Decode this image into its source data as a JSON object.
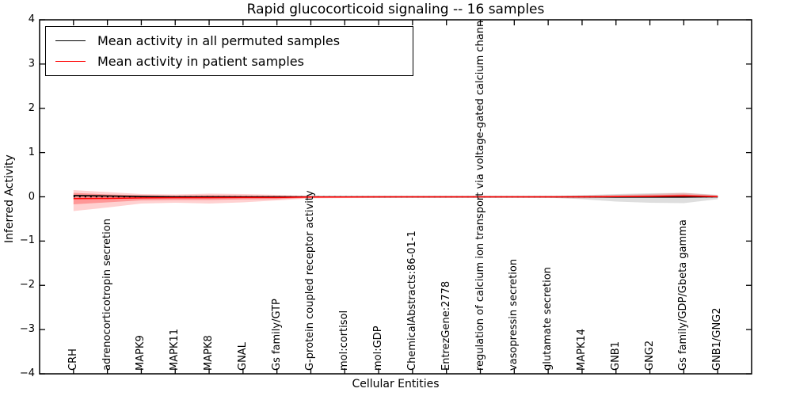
{
  "chart_data": {
    "type": "line",
    "title": "Rapid glucocorticoid signaling -- 16 samples",
    "xlabel": "Cellular Entities",
    "ylabel": "Inferred Activity",
    "ylim": [
      -4,
      4
    ],
    "yticks": [
      4,
      3,
      2,
      1,
      0,
      -1,
      -2,
      -3,
      -4
    ],
    "ytick_labels": [
      "4",
      "3",
      "2",
      "1",
      "0",
      "−1",
      "−2",
      "−3",
      "−4"
    ],
    "grid": false,
    "legend_position": "upper left",
    "categories": [
      "CRH",
      "adrenocorticotropin secretion",
      "MAPK9",
      "MAPK11",
      "MAPK8",
      "GNAL",
      "Gs family/GTP",
      "G-protein coupled receptor activity",
      "mol:cortisol",
      "mol:GDP",
      "ChemicalAbstracts:86-01-1",
      "EntrezGene:2778",
      "regulation of calcium ion transport via voltage-gated calcium chann",
      "vasopressin secretion",
      "glutamate secretion",
      "MAPK14",
      "GNB1",
      "GNG2",
      "Gs family/GDP/Gbeta gamma",
      "GNB1/GNG2"
    ],
    "series": [
      {
        "name": "Mean activity in all permuted samples",
        "color": "#000000",
        "style": "solid",
        "values": [
          0.03,
          0.02,
          0.005,
          0,
          0,
          0,
          0,
          0,
          0,
          0,
          0,
          0,
          0,
          0,
          0,
          0,
          -0.005,
          -0.005,
          -0.005,
          0
        ],
        "band_upper": [
          0.01,
          0.01,
          0.01,
          0.01,
          0.01,
          0.01,
          0.01,
          0.005,
          0.005,
          0.005,
          0.005,
          0.005,
          0.005,
          0.005,
          0.013,
          0.036,
          0.063,
          0.08,
          0.09,
          0.045
        ],
        "band_lower": [
          -0.01,
          -0.01,
          -0.01,
          -0.01,
          -0.01,
          -0.01,
          -0.01,
          -0.005,
          -0.005,
          -0.005,
          -0.005,
          -0.005,
          -0.005,
          -0.005,
          -0.018,
          -0.054,
          -0.107,
          -0.134,
          -0.143,
          -0.054
        ],
        "band_color": "rgba(0,0,0,0.13)"
      },
      {
        "name": "Mean activity in patient samples",
        "color": "#ff0000",
        "style": "solid",
        "values": [
          -0.04,
          -0.035,
          -0.025,
          -0.02,
          -0.02,
          -0.015,
          -0.015,
          -0.005,
          -0.005,
          0,
          0,
          0,
          0,
          0,
          0,
          0,
          0.005,
          0.01,
          0.02,
          0.005
        ],
        "band_outer_upper": [
          0.152,
          0.107,
          0.063,
          0.054,
          0.072,
          0.063,
          0.045,
          0.018,
          0.013,
          0.011,
          0.009,
          0.009,
          0.009,
          0.009,
          0.013,
          0.027,
          0.045,
          0.063,
          0.09,
          0.036
        ],
        "band_outer_lower": [
          -0.322,
          -0.242,
          -0.152,
          -0.134,
          -0.152,
          -0.125,
          -0.081,
          -0.036,
          -0.03,
          -0.027,
          -0.025,
          -0.025,
          -0.025,
          -0.025,
          -0.027,
          -0.036,
          -0.02,
          -0.015,
          -0.012,
          -0.02
        ],
        "band_outer_color": "rgba(255,0,0,0.18)",
        "band_inner_upper": [
          0.09,
          0.054,
          0.036,
          0.027,
          0.036,
          0.027,
          0.018,
          0.009,
          0.007,
          0.005,
          0.005,
          0.005,
          0.005,
          0.005,
          0.005,
          0.016,
          0.023,
          0.036,
          0.054,
          0.018
        ],
        "band_inner_lower": [
          -0.17,
          -0.125,
          -0.081,
          -0.072,
          -0.072,
          -0.059,
          -0.054,
          -0.023,
          -0.021,
          -0.018,
          -0.018,
          -0.018,
          -0.018,
          -0.018,
          -0.018,
          -0.012,
          -0.008,
          -0.006,
          -0.005,
          -0.01
        ],
        "band_inner_color": "rgba(255,0,0,0.28)"
      }
    ],
    "zero_line": {
      "y": 0,
      "color": "#000000",
      "style": "dotted"
    },
    "axis_color": "#000000",
    "background": "#ffffff"
  }
}
